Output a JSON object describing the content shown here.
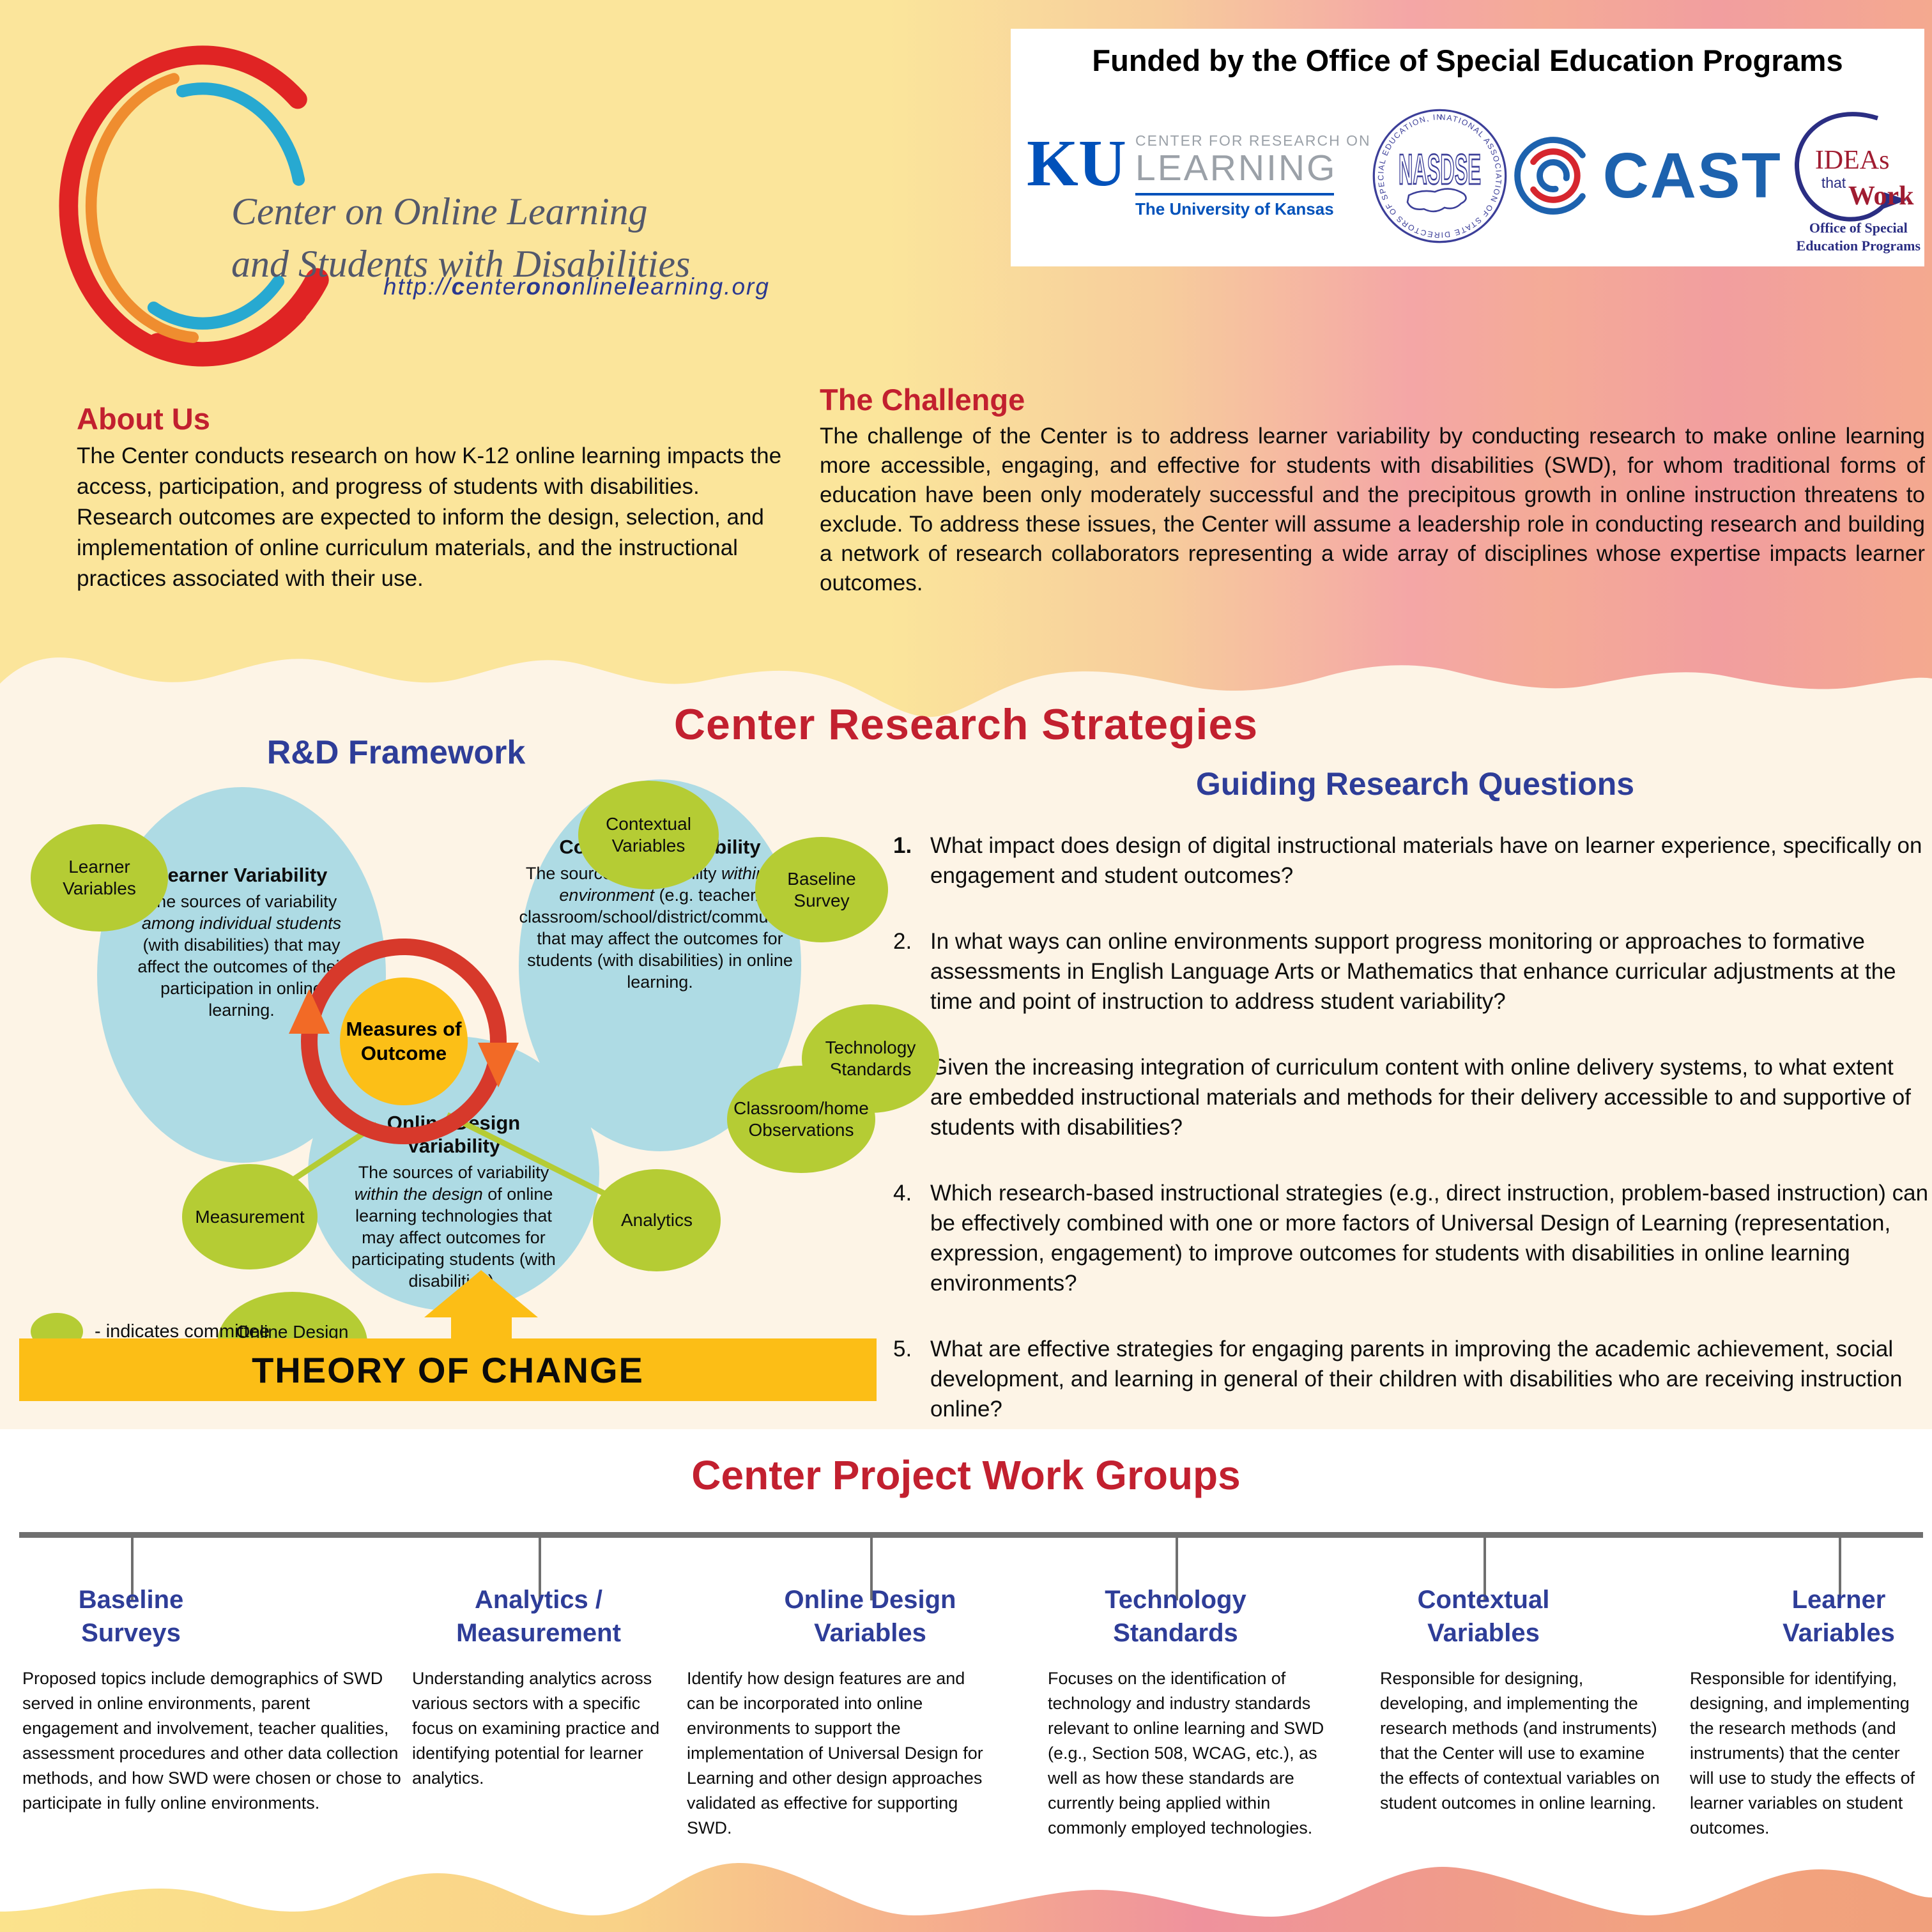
{
  "colors": {
    "crimson_heading": "#c2202f",
    "blue_heading": "#2e3d98",
    "band_yellow": "#fbe59b",
    "band_pink": "#f4a6a6",
    "cream": "#fdf4e6",
    "committee_green": "#b5cc34",
    "variability_blue": "#aedbe4",
    "outcome_yellow": "#fcbf17",
    "ring_red": "#d7392b",
    "arrow_orange": "#f26a26",
    "banner_yellow": "#fcbe16",
    "ku_blue": "#0051ba",
    "cast_blue": "#1d62ae",
    "ideas_maroon": "#a01c31",
    "ideas_navy": "#2b2e83",
    "timeline_gray": "#6f6f6f"
  },
  "header": {
    "brand_title_line1": "Center on Online Learning",
    "brand_title_line2": "and Students with Disabilities",
    "url_runs": [
      {
        "t": "http://"
      },
      {
        "t": "c",
        "b": 1
      },
      {
        "t": "enter"
      },
      {
        "t": "o",
        "b": 1
      },
      {
        "t": "n"
      },
      {
        "t": "o",
        "b": 1
      },
      {
        "t": "nline"
      },
      {
        "t": "l",
        "b": 1
      },
      {
        "t": "earning.org"
      }
    ]
  },
  "funded": {
    "title": "Funded by the Office of Special Education Programs",
    "ku": {
      "letters": "KU",
      "line1": "CENTER FOR RESEARCH ON",
      "line2": "LEARNING",
      "line3": "The University of Kansas"
    },
    "nasdse": {
      "ring_text": "NATIONAL ASSOCIATION OF STATE DIRECTORS OF SPECIAL EDUCATION, INCORPORATED",
      "letters": "NASDSE"
    },
    "cast": {
      "text": "CAST"
    },
    "ideas": {
      "line1": "IDEAs",
      "line2": "that",
      "line3": "Work",
      "sub": "Office of Special\nEducation Programs"
    }
  },
  "about": {
    "heading": "About Us",
    "body": "The Center conducts research on how K-12 online learning impacts the access, participation, and progress of students with disabilities. Research outcomes are expected to inform the design, selection, and implementation of online curriculum materials, and the instructional practices associated with their use."
  },
  "challenge": {
    "heading": "The Challenge",
    "body": "The challenge of the Center is to address learner variability by conducting research to make online learning more accessible, engaging, and effective for students with disabilities (SWD), for whom traditional forms of education have been only moderately successful and the precipitous growth in online instruction threatens to exclude. To address these issues, the Center will assume a leadership role in conducting research and building a network of research collaborators representing a wide array of disciplines whose expertise impacts learner outcomes."
  },
  "strategies": {
    "title": "Center Research Strategies",
    "framework_title": "R&D Framework",
    "questions_title": "Guiding Research Questions",
    "questions": [
      {
        "num": "1.",
        "bold": true,
        "text": "What impact does design of digital instructional materials have on learner experience, specifically on engagement and student outcomes?"
      },
      {
        "num": "2.",
        "bold": false,
        "text": "In what ways can online environments support progress monitoring or approaches to formative assessments in English Language Arts or Mathematics that enhance curricular adjustments at the time and point of instruction to address student variability?"
      },
      {
        "num": "3.",
        "bold": false,
        "text": "Given the increasing integration of curriculum content with online delivery systems, to what extent are embedded instructional materials and methods for their delivery accessible to and supportive of students with disabilities?"
      },
      {
        "num": "4.",
        "bold": false,
        "text": "Which research-based instructional strategies (e.g., direct instruction, problem-based instruction) can be effectively combined with one or more factors of Universal Design of Learning (representation, expression, engagement) to improve outcomes for students with disabilities in online learning environments?"
      },
      {
        "num": "5.",
        "bold": false,
        "text": "What are effective strategies for engaging parents in improving the academic achievement, social development, and learning in general of their children with disabilities who are receiving instruction online?"
      }
    ],
    "diagram": {
      "learner": {
        "title": "Learner Variability",
        "body_runs": [
          {
            "t": "The sources of variability "
          },
          {
            "t": "among individual students",
            "i": 1
          },
          {
            "t": " (with disabilities) that may affect the outcomes of their participation in online learning."
          }
        ]
      },
      "contextual": {
        "title": "Contextual Variability",
        "body_runs": [
          {
            "t": "The sources of variability "
          },
          {
            "t": "within the environment",
            "i": 1
          },
          {
            "t": " (e.g. teacher/ classroom/school/district/community) that may affect the outcomes for students (with disabilities) in online learning."
          }
        ]
      },
      "online_design": {
        "title": "Online Design Variability",
        "body_runs": [
          {
            "t": "The sources of variability "
          },
          {
            "t": "within the design",
            "i": 1
          },
          {
            "t": " of online learning technologies that may affect outcomes for participating students (with disabilities)."
          }
        ]
      },
      "green_ellipses": [
        "Learner\nVariables",
        "Contextual\nVariables",
        "Baseline\nSurvey",
        "Technology\nStandards",
        "Classroom/home\nObservations",
        "Analytics",
        "Measurement",
        "Online Design\nVariables"
      ],
      "center_label": "Measures of Outcome",
      "legend": "- indicates committee",
      "banner": "THEORY OF CHANGE"
    }
  },
  "workgroups": {
    "title": "Center Project Work Groups",
    "groups": [
      {
        "title_lines": [
          "Baseline",
          "Surveys"
        ],
        "body": "Proposed topics include demographics of SWD served in online environments, parent engagement and involvement, teacher qualities, assessment procedures and other data collection methods, and how SWD were chosen or chose to participate in fully online environments."
      },
      {
        "title_lines": [
          "Analytics /",
          "Measurement"
        ],
        "body": "Understanding analytics across various sectors with a specific focus on examining practice and identifying potential for learner analytics."
      },
      {
        "title_lines": [
          "Online Design",
          "Variables"
        ],
        "body": "Identify how design features are and can be incorporated into online environments to support the implementation of Universal Design for Learning and other design approaches validated as effective for supporting SWD."
      },
      {
        "title_lines": [
          "Technology",
          "Standards"
        ],
        "body": "Focuses on the identification of technology and industry standards relevant to online learning and SWD (e.g., Section 508, WCAG, etc.), as well as how these standards are currently being applied within commonly employed technologies."
      },
      {
        "title_lines": [
          "Contextual",
          "Variables"
        ],
        "body": "Responsible for designing, developing, and implementing the research methods (and instruments) that the Center will use to examine the effects of contextual variables on student outcomes in online learning."
      },
      {
        "title_lines": [
          "Learner",
          "Variables"
        ],
        "body": "Responsible for identifying, designing, and implementing the research methods (and instruments) that the center will use to study the effects of learner variables on student outcomes."
      }
    ]
  }
}
